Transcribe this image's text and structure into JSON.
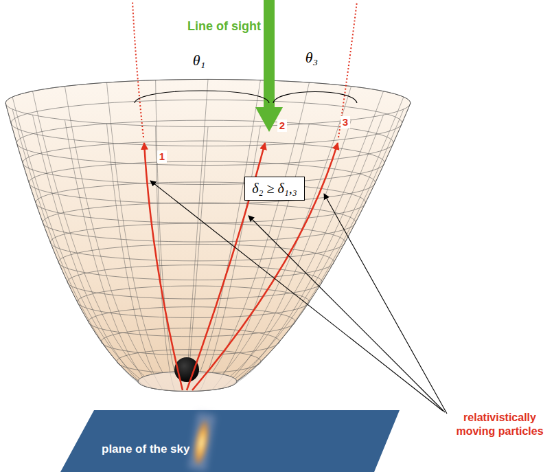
{
  "diagram": {
    "nodes": [
      {
        "text": [
          "δ₂ ≥ δ₁,₃"
        ]
      },
      {
        "text": [
          "plane of the sky"
        ]
      }
    ],
    "labels": [
      "Line of sight",
      "θ₁",
      "θ₃",
      "1",
      "2",
      "3",
      "relativistically moving particles"
    ]
  }
}
